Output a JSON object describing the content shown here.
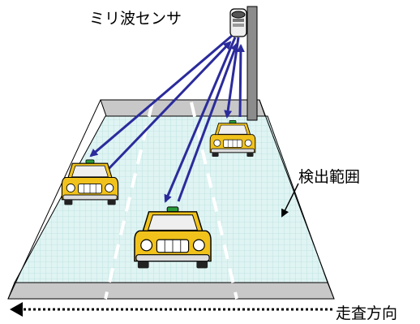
{
  "labels": {
    "sensor": "ミリ波センサ",
    "detection_range": "検出範囲",
    "scan_direction": "走査方向"
  },
  "colors": {
    "road_fill": "#dff4f3",
    "road_grid": "#a9d8d6",
    "lane_mark": "#ffffff",
    "stop_band": "#c8c8c8",
    "pole": "#8c8c8c",
    "signal_path": "#2b2b9c",
    "taxi_body": "#f1c21b",
    "taxi_cabin": "#efefef",
    "taxi_roof_light": "#2a9a3a"
  },
  "icons": {
    "sensor": "radar-sensor-icon",
    "vehicle": "taxi-icon",
    "direction": "dotted-arrow-left-icon"
  }
}
